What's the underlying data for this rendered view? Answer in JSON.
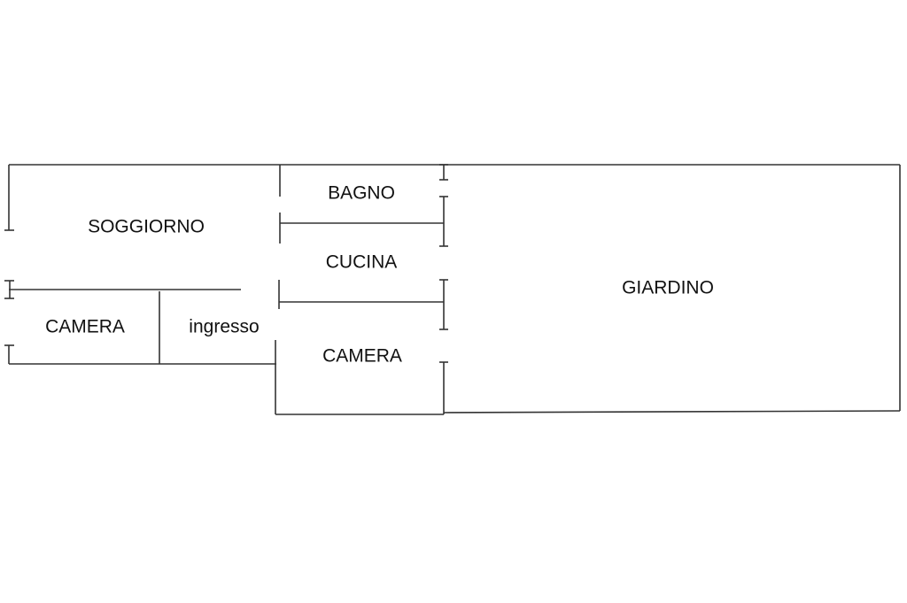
{
  "floorplan": {
    "rooms": {
      "soggiorno": "SOGGIORNO",
      "bagno": "BAGNO",
      "cucina": "CUCINA",
      "giardino": "GIARDINO",
      "camera_left": "CAMERA",
      "ingresso": "ingresso",
      "camera_center": "CAMERA"
    }
  }
}
